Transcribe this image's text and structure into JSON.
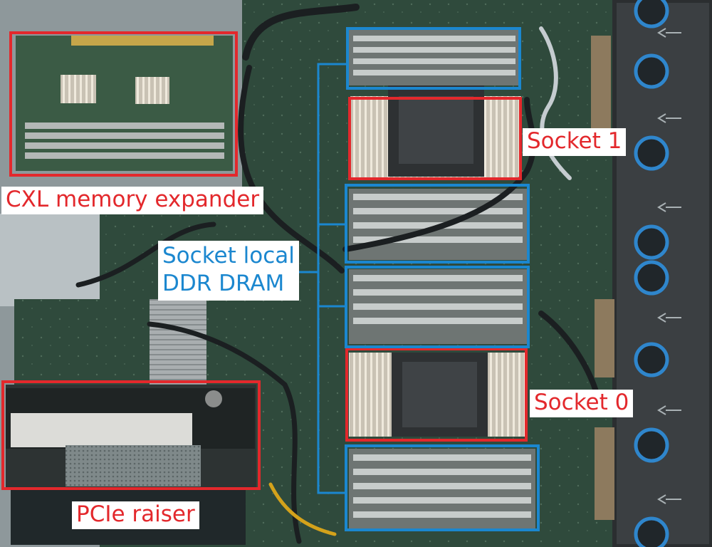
{
  "annotations": {
    "cxl_expander": "CXL  memory expander",
    "socket_1": "Socket 1",
    "socket_0": "Socket 0",
    "pcie_raiser": "PCIe raiser",
    "socket_local_line1": "Socket local",
    "socket_local_line2": "DDR DRAM"
  },
  "colors": {
    "red_box": "#e3282c",
    "blue_box": "#1b87cf",
    "pcb": "#2f4a3c",
    "chassis": "#9aa3a6"
  },
  "icons": [
    "heatsink-fin-icon",
    "fan-icon",
    "airflow-arrow-icon",
    "dimm-module-icon",
    "cable-icon"
  ]
}
